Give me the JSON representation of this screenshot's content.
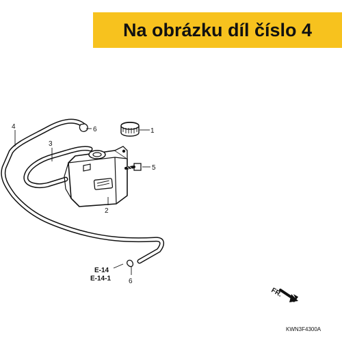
{
  "banner": {
    "text": "Na obrázku díl číslo 4",
    "color": "#f7c21e"
  },
  "callouts": [
    "1",
    "2",
    "3",
    "4",
    "5",
    "6",
    "6"
  ],
  "references": [
    "E-14",
    "E-14-1"
  ],
  "direction": {
    "label": "FR."
  },
  "diagram_code": "KWN3F4300A"
}
